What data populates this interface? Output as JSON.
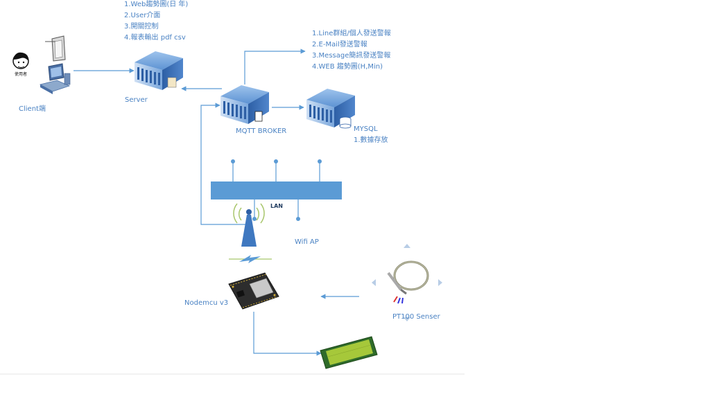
{
  "server_features": [
    "1.Web趨勢圖(日 年)",
    "2.User介面",
    "3.開關控制",
    "4.報表輸出 pdf csv"
  ],
  "alert_features": [
    "1.Line群組/個人發送警報",
    "2.E-Mail發送警報",
    "3.Message簡訊發送警報",
    "4.WEB 趨勢圖(H,Min)"
  ],
  "nodes": {
    "client": "Client端",
    "server": "Server",
    "broker": "MQTT BROKER",
    "mysql": "MYSQL",
    "mysql_note": "1.數據存放",
    "lan": "LAN",
    "wifi": "Wifi AP",
    "nodemcu": "Nodemcu v3",
    "pt100": "PT100 Senser"
  },
  "colors": {
    "link": "#5b9bd5",
    "label": "#4a82c3",
    "server_body": "#3f78c0",
    "server_front": "#b9d2ee",
    "lan_bar": "#5b9bd5",
    "lcd_screen": "#a6c83a",
    "pcb": "#2d2d2d"
  }
}
